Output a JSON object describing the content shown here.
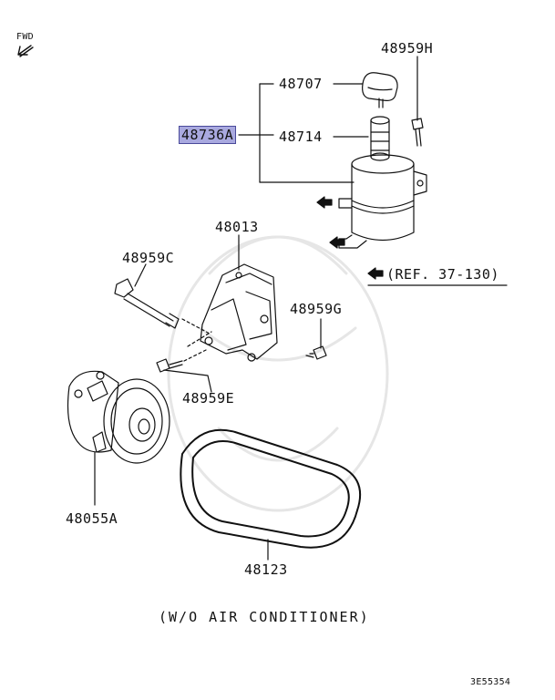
{
  "fwd_label": "FWD",
  "parts": {
    "p48959H": "48959H",
    "p48707": "48707",
    "p48736A": "48736A",
    "p48714": "48714",
    "p48013": "48013",
    "p48959C": "48959C",
    "p48959G": "48959G",
    "p48959E": "48959E",
    "p48055A": "48055A",
    "p48123": "48123"
  },
  "ref_note": "(REF. 37-130)",
  "note": "(W/O AIR CONDITIONER)",
  "diagram_code": "3E55354",
  "highlight_color": "#a9a9df"
}
